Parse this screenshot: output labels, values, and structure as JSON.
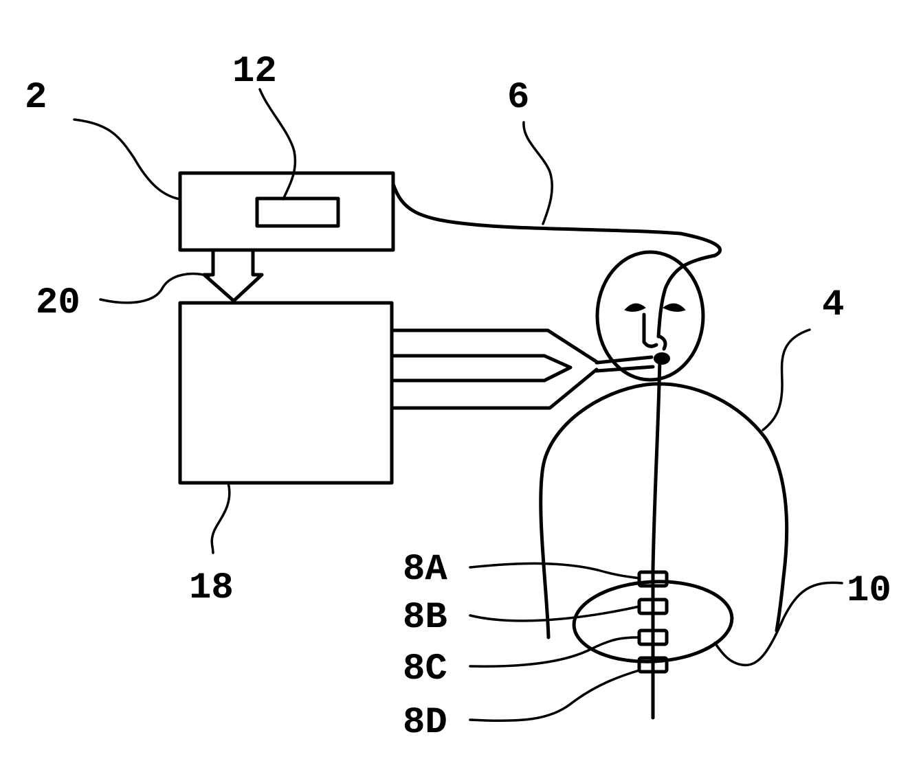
{
  "labels": {
    "device": "2",
    "display": "12",
    "lead": "6",
    "arrow": "20",
    "patient": "4",
    "interface_unit": "18",
    "electrode_a": "8A",
    "electrode_b": "8B",
    "electrode_c": "8C",
    "electrode_d": "8D",
    "stomach": "10"
  }
}
